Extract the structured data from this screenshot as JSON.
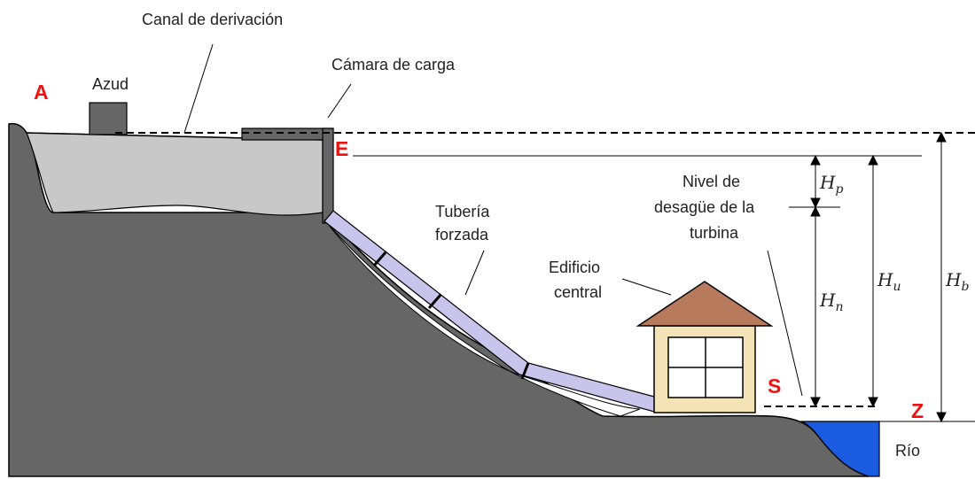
{
  "labels": {
    "canal": "Canal de derivación",
    "azud": "Azud",
    "camara": "Cámara de carga",
    "tuberia_1": "Tubería",
    "tuberia_2": "forzada",
    "edificio_1": "Edificio",
    "edificio_2": "central",
    "nivel_1": "Nivel de",
    "nivel_2": "desagüe de la",
    "nivel_3": "turbina",
    "rio": "Río"
  },
  "points": {
    "A": "A",
    "E": "E",
    "S": "S",
    "Z": "Z"
  },
  "heights": {
    "hp": {
      "main": "H",
      "sub": "p"
    },
    "hn": {
      "main": "H",
      "sub": "n"
    },
    "hu": {
      "main": "H",
      "sub": "u"
    },
    "hb": {
      "main": "H",
      "sub": "b"
    }
  },
  "colors": {
    "ground": "#666666",
    "canal": "#c8c8c8",
    "pipe": "#c8c4ec",
    "roof": "#b87a5c",
    "wall": "#f3e3b6",
    "river": "#1a5be0",
    "point_label": "#ee1111"
  }
}
